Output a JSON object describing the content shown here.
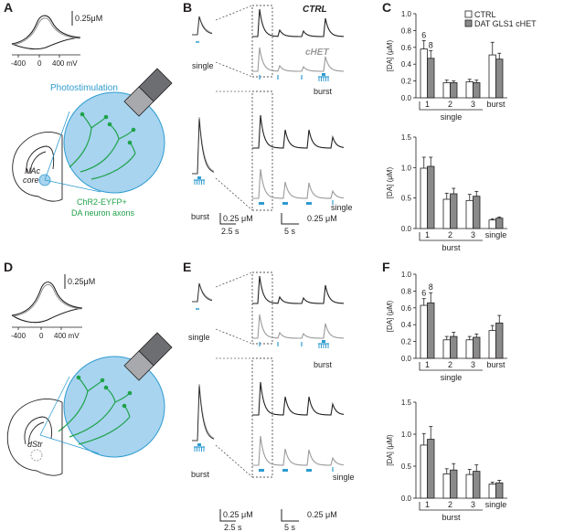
{
  "figure": {
    "panels": {
      "A": "A",
      "B": "B",
      "C": "C",
      "D": "D",
      "E": "E",
      "F": "F"
    },
    "cv": {
      "scale_label": "0.25μM",
      "x_ticks": [
        "-400",
        "0",
        "400 mV"
      ]
    },
    "illustration": {
      "photostimulation": "Photostimulation",
      "nac_line1": "NAc",
      "nac_line2": "core",
      "dstr": "dStr",
      "chr2_line1": "ChR2-EYFP+",
      "chr2_line2": "DA neuron axons"
    },
    "traces": {
      "ctrl": "CTRL",
      "chet": "cHET",
      "single": "single",
      "burst": "burst",
      "scale_amp": "0.25 μM",
      "scale_t1": "2.5 s",
      "scale_t2": "5 s"
    },
    "colors": {
      "ctrl_line": "#231f20",
      "chet_line": "#9a9a9a",
      "stim_blue": "#2e9bd0",
      "photostim_fill": "#a8d4ef",
      "axon_green": "#1fa24a",
      "bar_ctrl": "#ffffff",
      "bar_chet": "#8a8a8a"
    }
  },
  "chart_data": [
    {
      "panel": "C",
      "type": "bar",
      "ylabel": "[DA] (μM)",
      "ylim": [
        0,
        1.0
      ],
      "yticks": [
        "0.0",
        "0.2",
        "0.4",
        "0.6",
        "0.8",
        "1.0"
      ],
      "categories": [
        "1",
        "2",
        "3",
        "burst"
      ],
      "group_label": "single",
      "series": [
        {
          "name": "CTRL",
          "values": [
            0.58,
            0.18,
            0.19,
            0.51
          ],
          "errors": [
            0.1,
            0.03,
            0.03,
            0.15
          ]
        },
        {
          "name": "DAT GLS1 cHET",
          "values": [
            0.47,
            0.18,
            0.18,
            0.46
          ],
          "errors": [
            0.09,
            0.02,
            0.03,
            0.07
          ]
        }
      ],
      "annotations": [
        "6",
        "8"
      ],
      "legend": "top-right"
    },
    {
      "panel": "C",
      "type": "bar",
      "ylabel": "[DA] (μM)",
      "ylim": [
        0,
        1.5
      ],
      "yticks": [
        "0.0",
        "0.5",
        "1.0",
        "1.5"
      ],
      "categories": [
        "1",
        "2",
        "3",
        "single"
      ],
      "group_label": "burst",
      "series": [
        {
          "name": "CTRL",
          "values": [
            0.99,
            0.48,
            0.46,
            0.14
          ],
          "errors": [
            0.18,
            0.1,
            0.1,
            0.02
          ]
        },
        {
          "name": "DAT GLS1 cHET",
          "values": [
            1.02,
            0.57,
            0.53,
            0.17
          ],
          "errors": [
            0.15,
            0.09,
            0.08,
            0.02
          ]
        }
      ]
    },
    {
      "panel": "F",
      "type": "bar",
      "ylabel": "[DA] (μM)",
      "ylim": [
        0,
        1.0
      ],
      "yticks": [
        "0.0",
        "0.2",
        "0.4",
        "0.6",
        "0.8",
        "1.0"
      ],
      "categories": [
        "1",
        "2",
        "3",
        "burst"
      ],
      "group_label": "single",
      "series": [
        {
          "name": "CTRL",
          "values": [
            0.63,
            0.22,
            0.22,
            0.33
          ],
          "errors": [
            0.08,
            0.04,
            0.04,
            0.06
          ]
        },
        {
          "name": "DAT GLS1 cHET",
          "values": [
            0.66,
            0.26,
            0.25,
            0.42
          ],
          "errors": [
            0.12,
            0.05,
            0.04,
            0.09
          ]
        }
      ],
      "annotations": [
        "6",
        "8"
      ]
    },
    {
      "panel": "F",
      "type": "bar",
      "ylabel": "[DA] (μM)",
      "ylim": [
        0,
        1.5
      ],
      "yticks": [
        "0.0",
        "0.5",
        "1.0",
        "1.5"
      ],
      "categories": [
        "1",
        "2",
        "3",
        "single"
      ],
      "group_label": "burst",
      "series": [
        {
          "name": "CTRL",
          "values": [
            0.83,
            0.38,
            0.37,
            0.22
          ],
          "errors": [
            0.18,
            0.08,
            0.08,
            0.03
          ]
        },
        {
          "name": "DAT GLS1 cHET",
          "values": [
            0.92,
            0.44,
            0.42,
            0.24
          ],
          "errors": [
            0.2,
            0.1,
            0.1,
            0.04
          ]
        }
      ]
    }
  ]
}
